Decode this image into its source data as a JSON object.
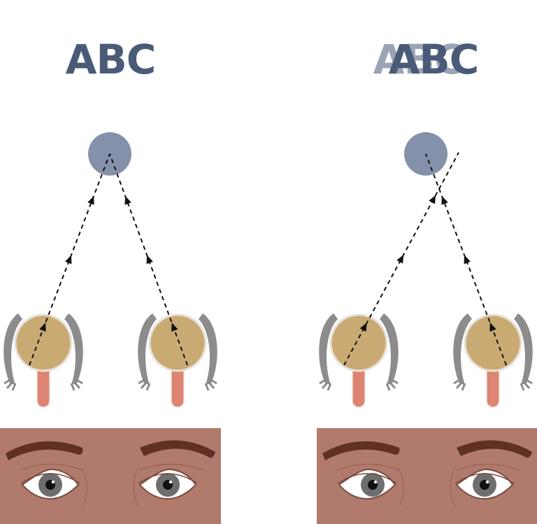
{
  "panels": {
    "normal": {
      "text": "ABC"
    },
    "strabismus": {
      "text": "ABC",
      "ghost_text": "ABC"
    }
  },
  "colors": {
    "text": "#4a5b78",
    "target": "#8591ab",
    "eyeball": "#c9aa72",
    "eyeball_outline": "#e7e1d9",
    "optic_nerve": "#dd8472",
    "muscle": "#8c8c8c",
    "skin": "#b07b6d",
    "brow": "#5e3123",
    "iris": "#6e6e6e",
    "pupil": "#111111",
    "sclera": "#ffffff"
  },
  "icons": {
    "target": "circle-target-icon",
    "eye": "eyeball-top-view-icon",
    "arrow": "dashed-arrow-icon"
  }
}
